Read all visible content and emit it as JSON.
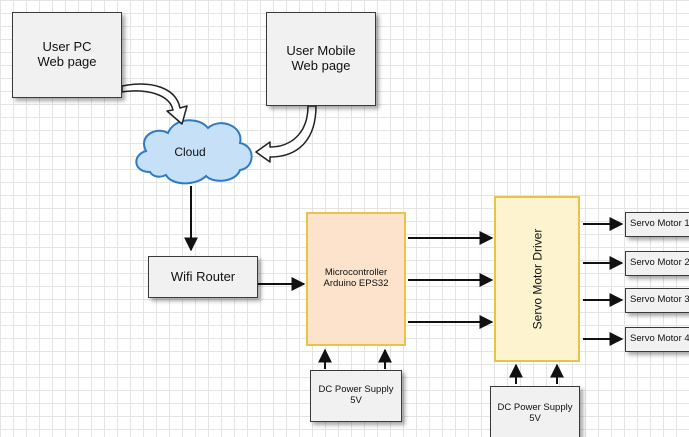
{
  "nodes": {
    "user_pc": [
      "User PC",
      "Web page"
    ],
    "user_mobile": [
      "User Mobile",
      "Web page"
    ],
    "cloud": "Cloud",
    "wifi_router": "Wifi Router",
    "microcontroller": [
      "Microcontroller",
      "Arduino EPS32"
    ],
    "servo_driver": "Servo Motor Driver",
    "dc_supply_mcu": [
      "DC Power Supply",
      "5V"
    ],
    "dc_supply_driver": [
      "DC Power Supply",
      "5V"
    ],
    "servo_motors": [
      "Servo Motor 1",
      "Servo Motor 2",
      "Servo Motor 3",
      "Servo Motor 4"
    ]
  },
  "colors": {
    "gray_fill": "#f1f1f1",
    "cloud_fill": "#c6e0f7",
    "cloud_stroke": "#2c7bc4",
    "mcu_fill": "#fde3cc",
    "driver_fill": "#fdf3cf",
    "accent_border": "#e7c347",
    "line": "#111111"
  }
}
